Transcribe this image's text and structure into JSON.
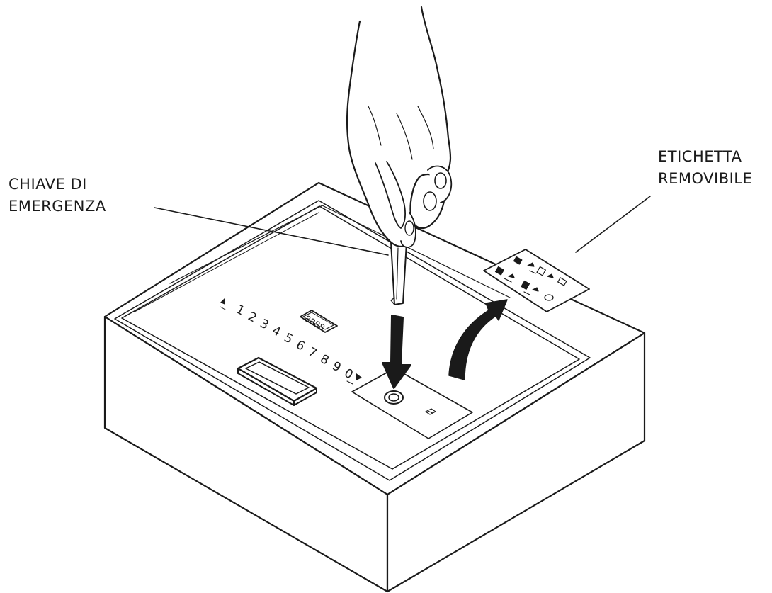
{
  "labels": {
    "emergency_key": [
      "CHIAVE DI",
      "EMERGENZA"
    ],
    "removable_label": [
      "ETICHETTA",
      "REMOVIBILE"
    ]
  },
  "keypad": {
    "digits": [
      "1",
      "2",
      "3",
      "4",
      "5",
      "6",
      "7",
      "8",
      "9",
      "0"
    ],
    "display_text": "8888"
  },
  "colors": {
    "line": "#1a1a1a",
    "background": "#ffffff"
  }
}
